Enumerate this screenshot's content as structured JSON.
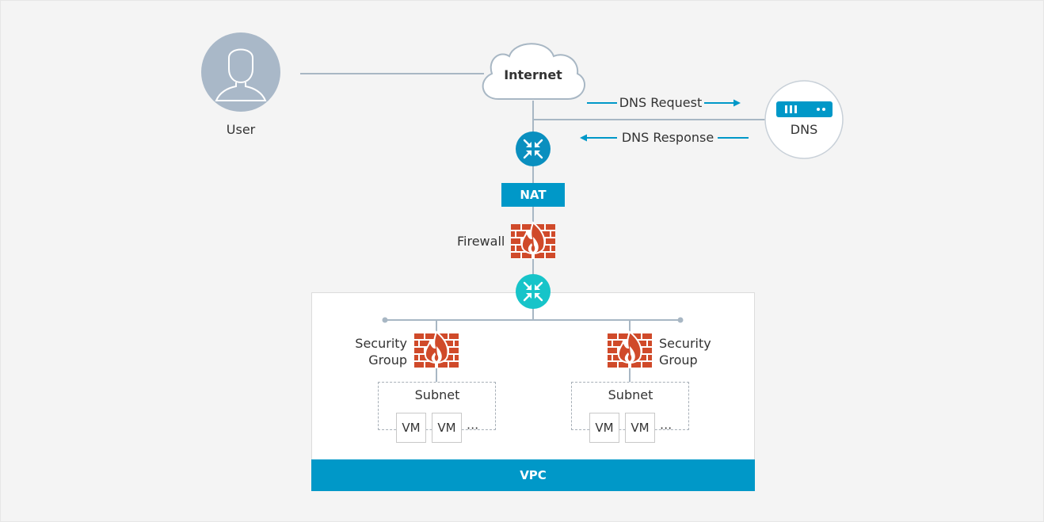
{
  "user": {
    "label": "User"
  },
  "internet": {
    "label": "Internet"
  },
  "dns": {
    "label": "DNS",
    "request_label": "DNS Request",
    "response_label": "DNS Response"
  },
  "nat": {
    "label": "NAT"
  },
  "firewall": {
    "label": "Firewall"
  },
  "vpc": {
    "label": "VPC"
  },
  "groups": [
    {
      "security_group_label_line1": "Security",
      "security_group_label_line2": "Group",
      "subnet_label": "Subnet",
      "vms": [
        "VM",
        "VM"
      ],
      "more": "···"
    },
    {
      "security_group_label_line1": "Security",
      "security_group_label_line2": "Group",
      "subnet_label": "Subnet",
      "vms": [
        "VM",
        "VM"
      ],
      "more": "···"
    }
  ],
  "colors": {
    "accent_blue": "#0098c8",
    "router_blue": "#0a8fbf",
    "router_teal": "#17c4c9",
    "firewall_red": "#d04a2a",
    "line_gray": "#a8b7c4",
    "user_gray": "#a9b8c8"
  },
  "icons": {
    "user": "user-avatar-icon",
    "internet": "cloud-icon",
    "dns": "server-icon",
    "router": "router-icon",
    "firewall": "firewall-icon"
  }
}
